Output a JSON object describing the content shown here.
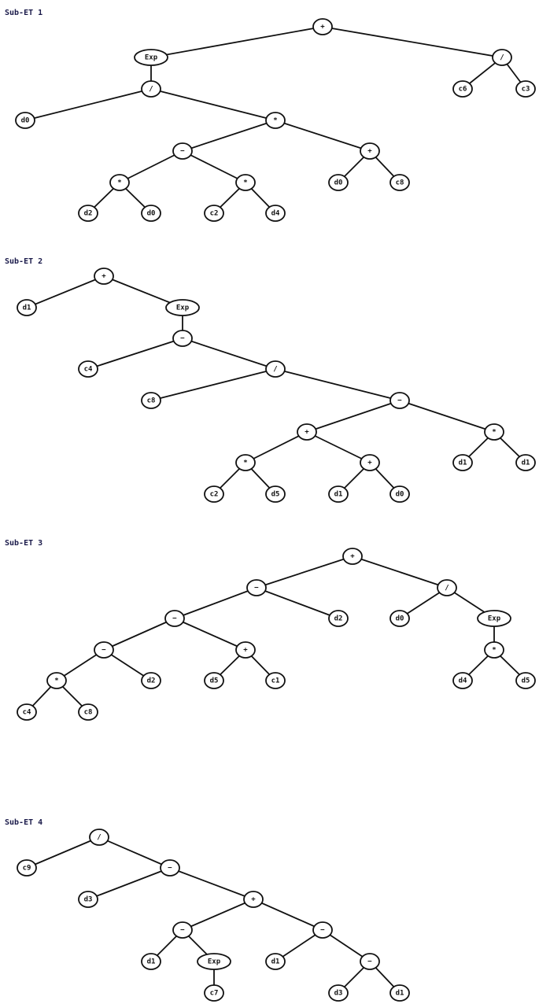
{
  "trees": [
    {
      "title": "Sub-ET 1",
      "nodes": [
        {
          "id": "t1n0",
          "label": "+"
        },
        {
          "id": "t1n1",
          "label": "Exp"
        },
        {
          "id": "t1n2",
          "label": "/"
        },
        {
          "id": "t1n3",
          "label": "c6"
        },
        {
          "id": "t1n4",
          "label": "c3"
        },
        {
          "id": "t1n5",
          "label": "/"
        },
        {
          "id": "t1n6",
          "label": "d0"
        },
        {
          "id": "t1n7",
          "label": "*"
        },
        {
          "id": "t1n8",
          "label": "−"
        },
        {
          "id": "t1n9",
          "label": "+"
        },
        {
          "id": "t1n10",
          "label": "*"
        },
        {
          "id": "t1n11",
          "label": "*"
        },
        {
          "id": "t1n12",
          "label": "d0"
        },
        {
          "id": "t1n13",
          "label": "c8"
        },
        {
          "id": "t1n14",
          "label": "d2"
        },
        {
          "id": "t1n15",
          "label": "d0"
        },
        {
          "id": "t1n16",
          "label": "c2"
        },
        {
          "id": "t1n17",
          "label": "d4"
        }
      ],
      "edges": [
        [
          "t1n0",
          "t1n1"
        ],
        [
          "t1n0",
          "t1n2"
        ],
        [
          "t1n2",
          "t1n3"
        ],
        [
          "t1n2",
          "t1n4"
        ],
        [
          "t1n1",
          "t1n5"
        ],
        [
          "t1n5",
          "t1n6"
        ],
        [
          "t1n5",
          "t1n7"
        ],
        [
          "t1n7",
          "t1n8"
        ],
        [
          "t1n7",
          "t1n9"
        ],
        [
          "t1n8",
          "t1n10"
        ],
        [
          "t1n8",
          "t1n11"
        ],
        [
          "t1n9",
          "t1n12"
        ],
        [
          "t1n9",
          "t1n13"
        ],
        [
          "t1n10",
          "t1n14"
        ],
        [
          "t1n10",
          "t1n15"
        ],
        [
          "t1n11",
          "t1n16"
        ],
        [
          "t1n11",
          "t1n17"
        ]
      ]
    },
    {
      "title": "Sub-ET 2",
      "nodes": [
        {
          "id": "t2n0",
          "label": "+"
        },
        {
          "id": "t2n1",
          "label": "d1"
        },
        {
          "id": "t2n2",
          "label": "Exp"
        },
        {
          "id": "t2n3",
          "label": "−"
        },
        {
          "id": "t2n4",
          "label": "c4"
        },
        {
          "id": "t2n5",
          "label": "/"
        },
        {
          "id": "t2n6",
          "label": "c8"
        },
        {
          "id": "t2n7",
          "label": "−"
        },
        {
          "id": "t2n8",
          "label": "+"
        },
        {
          "id": "t2n9",
          "label": "*"
        },
        {
          "id": "t2n10",
          "label": "*"
        },
        {
          "id": "t2n11",
          "label": "+"
        },
        {
          "id": "t2n12",
          "label": "d1"
        },
        {
          "id": "t2n13",
          "label": "d1"
        },
        {
          "id": "t2n14",
          "label": "c2"
        },
        {
          "id": "t2n15",
          "label": "d5"
        },
        {
          "id": "t2n16",
          "label": "d1"
        },
        {
          "id": "t2n17",
          "label": "d0"
        }
      ],
      "edges": [
        [
          "t2n0",
          "t2n1"
        ],
        [
          "t2n0",
          "t2n2"
        ],
        [
          "t2n2",
          "t2n3"
        ],
        [
          "t2n3",
          "t2n4"
        ],
        [
          "t2n3",
          "t2n5"
        ],
        [
          "t2n5",
          "t2n6"
        ],
        [
          "t2n5",
          "t2n7"
        ],
        [
          "t2n7",
          "t2n8"
        ],
        [
          "t2n7",
          "t2n9"
        ],
        [
          "t2n8",
          "t2n10"
        ],
        [
          "t2n8",
          "t2n11"
        ],
        [
          "t2n9",
          "t2n12"
        ],
        [
          "t2n9",
          "t2n13"
        ],
        [
          "t2n10",
          "t2n14"
        ],
        [
          "t2n10",
          "t2n15"
        ],
        [
          "t2n11",
          "t2n16"
        ],
        [
          "t2n11",
          "t2n17"
        ]
      ]
    },
    {
      "title": "Sub-ET 3",
      "nodes": [
        {
          "id": "t3n0",
          "label": "+"
        },
        {
          "id": "t3n1",
          "label": "−"
        },
        {
          "id": "t3n2",
          "label": "/"
        },
        {
          "id": "t3n3",
          "label": "−"
        },
        {
          "id": "t3n4",
          "label": "d2"
        },
        {
          "id": "t3n5",
          "label": "d0"
        },
        {
          "id": "t3n6",
          "label": "Exp"
        },
        {
          "id": "t3n7",
          "label": "−"
        },
        {
          "id": "t3n8",
          "label": "+"
        },
        {
          "id": "t3n9",
          "label": "*"
        },
        {
          "id": "t3n10",
          "label": "*"
        },
        {
          "id": "t3n11",
          "label": "d2"
        },
        {
          "id": "t3n12",
          "label": "d5"
        },
        {
          "id": "t3n13",
          "label": "c1"
        },
        {
          "id": "t3n14",
          "label": "d4"
        },
        {
          "id": "t3n15",
          "label": "d5"
        },
        {
          "id": "t3n16",
          "label": "c4"
        },
        {
          "id": "t3n17",
          "label": "c8"
        }
      ],
      "edges": [
        [
          "t3n0",
          "t3n1"
        ],
        [
          "t3n0",
          "t3n2"
        ],
        [
          "t3n1",
          "t3n3"
        ],
        [
          "t3n1",
          "t3n4"
        ],
        [
          "t3n2",
          "t3n5"
        ],
        [
          "t3n2",
          "t3n6"
        ],
        [
          "t3n3",
          "t3n7"
        ],
        [
          "t3n3",
          "t3n8"
        ],
        [
          "t3n6",
          "t3n9"
        ],
        [
          "t3n7",
          "t3n10"
        ],
        [
          "t3n7",
          "t3n11"
        ],
        [
          "t3n8",
          "t3n12"
        ],
        [
          "t3n8",
          "t3n13"
        ],
        [
          "t3n9",
          "t3n14"
        ],
        [
          "t3n9",
          "t3n15"
        ],
        [
          "t3n10",
          "t3n16"
        ],
        [
          "t3n10",
          "t3n17"
        ]
      ]
    },
    {
      "title": "Sub-ET 4",
      "nodes": [
        {
          "id": "t4n0",
          "label": "/"
        },
        {
          "id": "t4n1",
          "label": "c9"
        },
        {
          "id": "t4n2",
          "label": "−"
        },
        {
          "id": "t4n3",
          "label": "d3"
        },
        {
          "id": "t4n4",
          "label": "+"
        },
        {
          "id": "t4n5",
          "label": "−"
        },
        {
          "id": "t4n6",
          "label": "−"
        },
        {
          "id": "t4n7",
          "label": "d1"
        },
        {
          "id": "t4n8",
          "label": "Exp"
        },
        {
          "id": "t4n9",
          "label": "d1"
        },
        {
          "id": "t4n10",
          "label": "−"
        },
        {
          "id": "t4n11",
          "label": "c7"
        },
        {
          "id": "t4n12",
          "label": "d3"
        },
        {
          "id": "t4n13",
          "label": "d1"
        }
      ],
      "edges": [
        [
          "t4n0",
          "t4n1"
        ],
        [
          "t4n0",
          "t4n2"
        ],
        [
          "t4n2",
          "t4n3"
        ],
        [
          "t4n2",
          "t4n4"
        ],
        [
          "t4n4",
          "t4n5"
        ],
        [
          "t4n4",
          "t4n6"
        ],
        [
          "t4n5",
          "t4n7"
        ],
        [
          "t4n5",
          "t4n8"
        ],
        [
          "t4n6",
          "t4n9"
        ],
        [
          "t4n6",
          "t4n10"
        ],
        [
          "t4n8",
          "t4n11"
        ],
        [
          "t4n10",
          "t4n12"
        ],
        [
          "t4n10",
          "t4n13"
        ]
      ]
    }
  ]
}
